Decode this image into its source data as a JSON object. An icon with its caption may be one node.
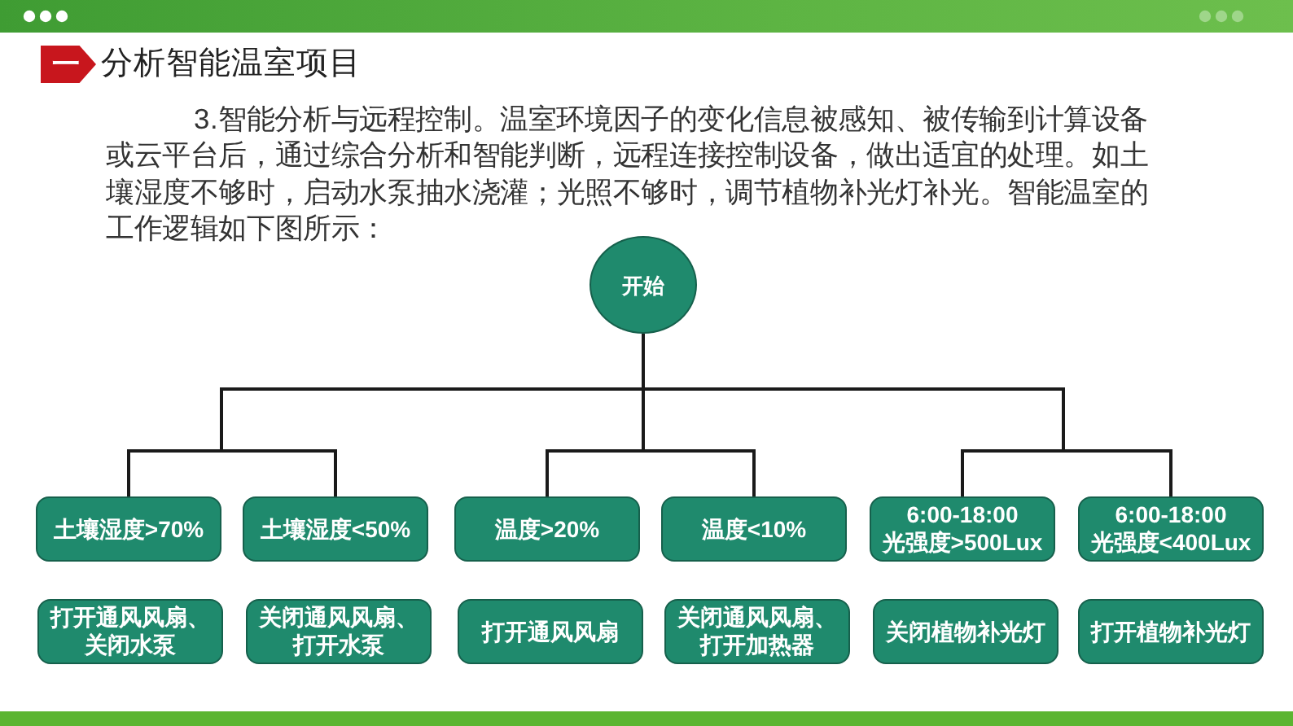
{
  "diagram": {
    "title": "分析智能温室项目",
    "nodes": [
      {
        "text": [
          "开始"
        ]
      },
      {
        "text": [
          "土壤湿度>70%"
        ]
      },
      {
        "text": [
          "土壤湿度<50%"
        ]
      },
      {
        "text": [
          "温度>20%"
        ]
      },
      {
        "text": [
          "温度<10%"
        ]
      },
      {
        "text": [
          "6:00-18:00 光强度>500Lux"
        ]
      },
      {
        "text": [
          "6:00-18:00 光强度<400Lux"
        ]
      },
      {
        "text": [
          "打开通风风扇、关闭水泵"
        ]
      },
      {
        "text": [
          "关闭通风风扇、打开水泵"
        ]
      },
      {
        "text": [
          "打开通风风扇"
        ]
      },
      {
        "text": [
          "关闭通风风扇、打开加热器"
        ]
      },
      {
        "text": [
          "关闭植物补光灯"
        ]
      },
      {
        "text": [
          "打开植物补光灯"
        ]
      }
    ],
    "edges": [
      {
        "from": 0,
        "to": 1,
        "arrow": "none"
      },
      {
        "from": 0,
        "to": 2,
        "arrow": "none"
      },
      {
        "from": 0,
        "to": 3,
        "arrow": "none"
      },
      {
        "from": 0,
        "to": 4,
        "arrow": "none"
      },
      {
        "from": 0,
        "to": 5,
        "arrow": "none"
      },
      {
        "from": 0,
        "to": 6,
        "arrow": "none"
      }
    ],
    "labels": [
      "一",
      "3.智能分析与远程控制。温室环境因子的变化信息被感知、被传输到计算设备或云平台后，通过综合分析和智能判断，远程连接控制设备，做出适宜的处理。如土壤湿度不够时，启动水泵抽水浇灌；光照不够时，调节植物补光灯补光。智能温室的工作逻辑如下图所示："
    ]
  }
}
